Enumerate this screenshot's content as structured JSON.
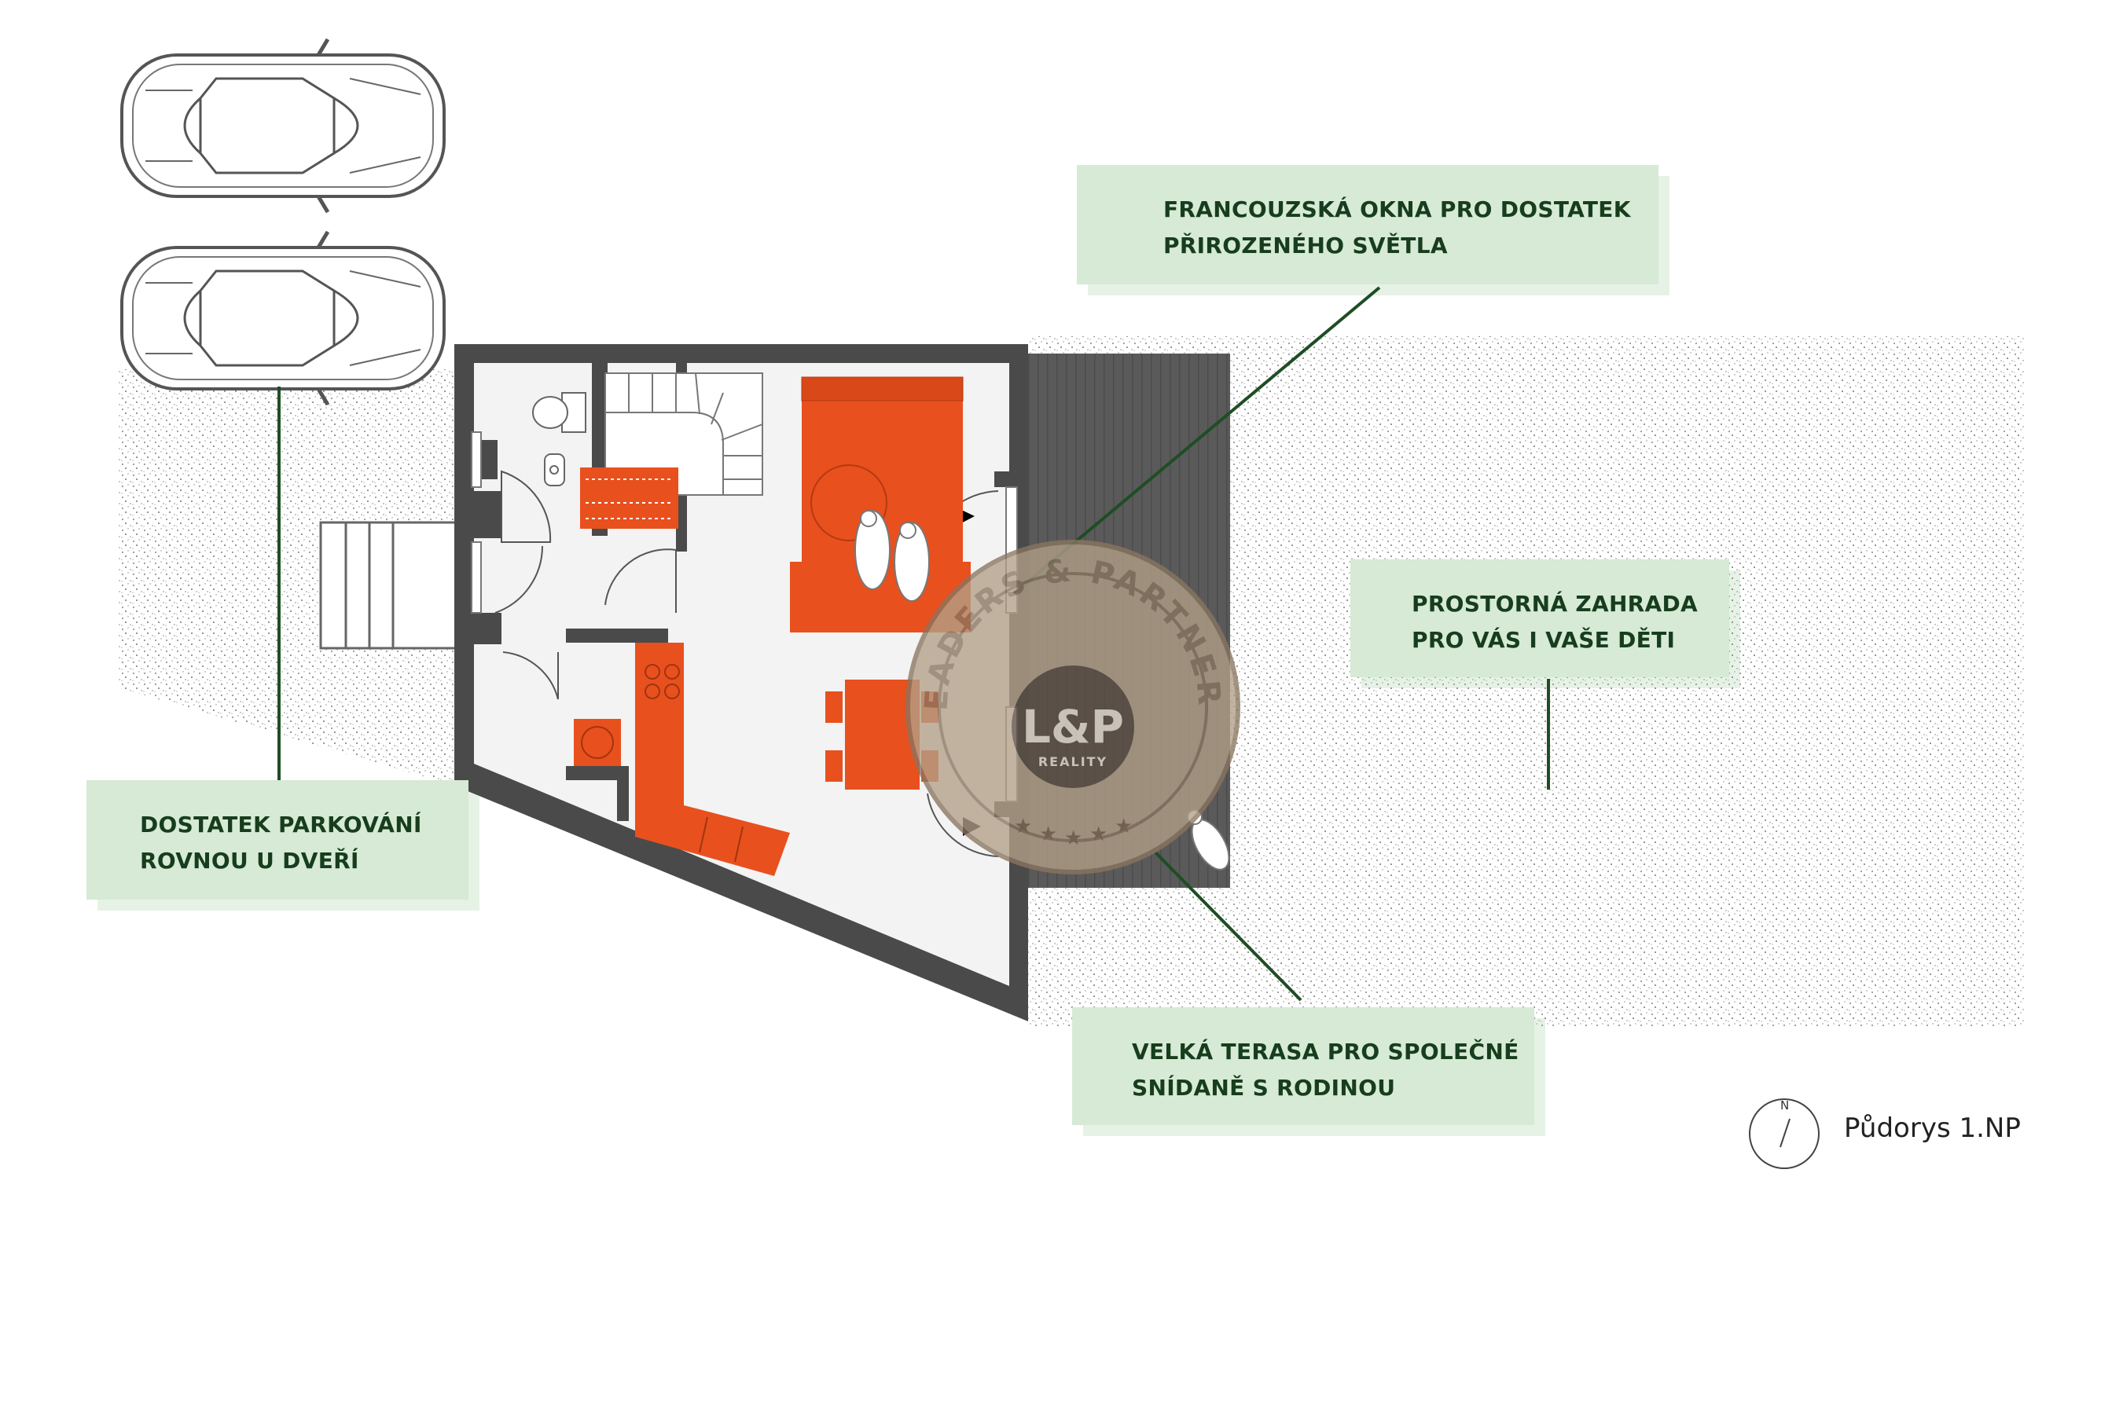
{
  "callouts": {
    "windows": {
      "line1": "FRANCOUZSKÁ OKNA PRO DOSTATEK",
      "line2": "PŘIROZENÉHO SVĚTLA"
    },
    "garden": {
      "line1": "PROSTORNÁ ZAHRADA",
      "line2": "PRO VÁS I VAŠE DĚTI"
    },
    "parking": {
      "line1": "DOSTATEK PARKOVÁNÍ",
      "line2": "ROVNOU U DVEŘÍ"
    },
    "terrace": {
      "line1": "VELKÁ TERASA PRO SPOLEČNÉ",
      "line2": "SNÍDANĚ S RODINOU"
    }
  },
  "plan_title": "Půdorys 1.NP",
  "north_letter": "N",
  "watermark": {
    "arc_text": "LEADERS & PARTNERS",
    "logo": "L&P",
    "sub": "REALITY"
  },
  "icons": [
    "car-icon",
    "toilet-icon",
    "sink-icon",
    "staircase-icon",
    "sofa-icon",
    "people-icon",
    "dining-table-icon",
    "kitchen-unit-icon",
    "compass-icon",
    "stars-icon"
  ],
  "colors": {
    "wall": "#4a4a4a",
    "furniture_orange": "#e8501e",
    "terrace": "#565656",
    "callout_bg": "#d6ead6",
    "callout_text": "#173d1d",
    "leader_line": "#1f4d24",
    "grass_dots": "#9a9a9a"
  }
}
